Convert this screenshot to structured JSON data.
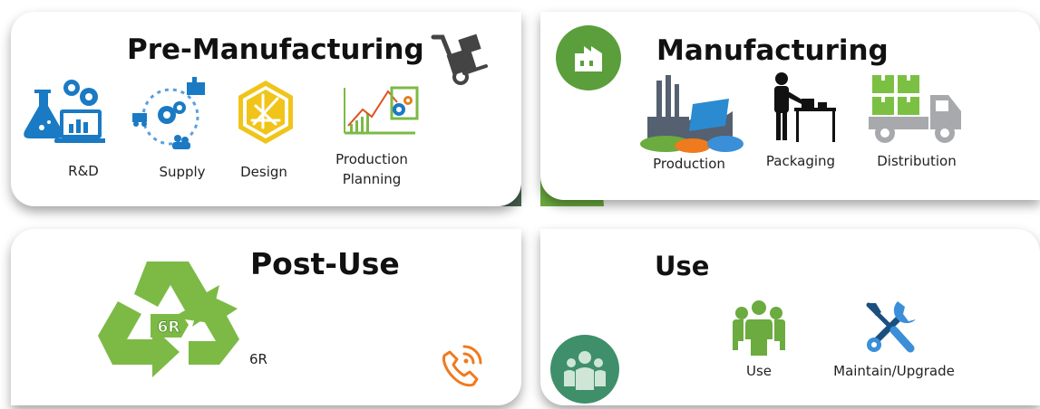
{
  "quadrants": {
    "pre_manufacturing": {
      "title": "Pre-Manufacturing",
      "items": [
        {
          "label": "R&D"
        },
        {
          "label": "Supply"
        },
        {
          "label": "Design"
        },
        {
          "label_line1": "Production",
          "label_line2": "Planning"
        }
      ]
    },
    "manufacturing": {
      "title": "Manufacturing",
      "items": [
        {
          "label": "Production"
        },
        {
          "label": "Packaging"
        },
        {
          "label": "Distribution"
        }
      ]
    },
    "post_use": {
      "title": "Post-Use",
      "badge": "6R",
      "items": [
        {
          "label": "6R"
        }
      ]
    },
    "use": {
      "title": "Use",
      "items": [
        {
          "label": "Use"
        },
        {
          "label": "Maintain/Upgrade"
        }
      ]
    }
  },
  "colors": {
    "dark_green": "#4a6350",
    "light_green": "#6bab3f",
    "teal": "#45c3a3",
    "mid_green": "#36a66e",
    "recycle_green": "#7cba45",
    "icon_blue": "#1a7ac3",
    "design_yellow": "#f0c419",
    "orange": "#f07a1e"
  }
}
